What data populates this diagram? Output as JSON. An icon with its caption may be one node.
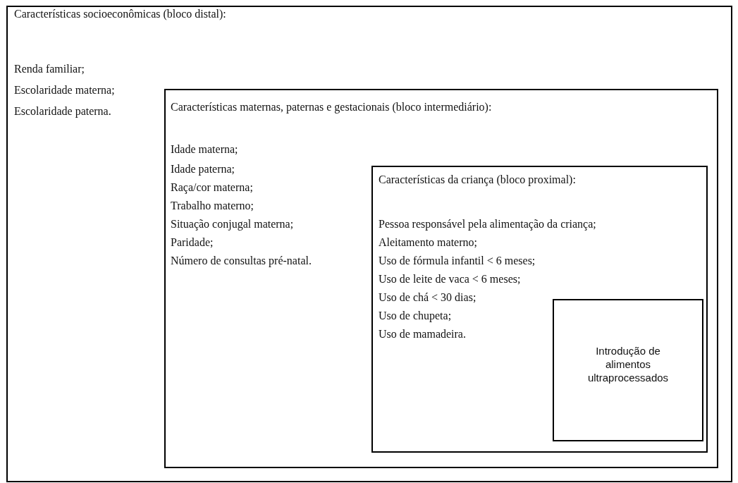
{
  "diagram": {
    "nodes": [
      {
        "text": [
          "Características socioeconômicas (bloco distal):",
          "Renda familiar;",
          "Escolaridade materna;",
          "Escolaridade paterna."
        ]
      },
      {
        "text": [
          "Características maternas, paternas e gestacionais (bloco intermediário):",
          "Idade materna;",
          "Idade paterna;",
          "Raça/cor materna;",
          "Trabalho materno;",
          "Situação conjugal materna;",
          "Paridade;",
          "Número de consultas pré-natal."
        ],
        "in": 0
      },
      {
        "text": [
          "Características da criança (bloco proximal):",
          "Pessoa responsável pela alimentação da criança;",
          "Aleitamento materno;",
          "Uso de fórmula infantil < 6 meses;",
          "Uso de leite de vaca < 6 meses;",
          "Uso de chá < 30 dias;",
          "Uso de chupeta;",
          "Uso de mamadeira."
        ],
        "in": 1
      },
      {
        "text": [
          "Introdução de alimentos ultraprocessados"
        ],
        "in": 2
      }
    ]
  }
}
